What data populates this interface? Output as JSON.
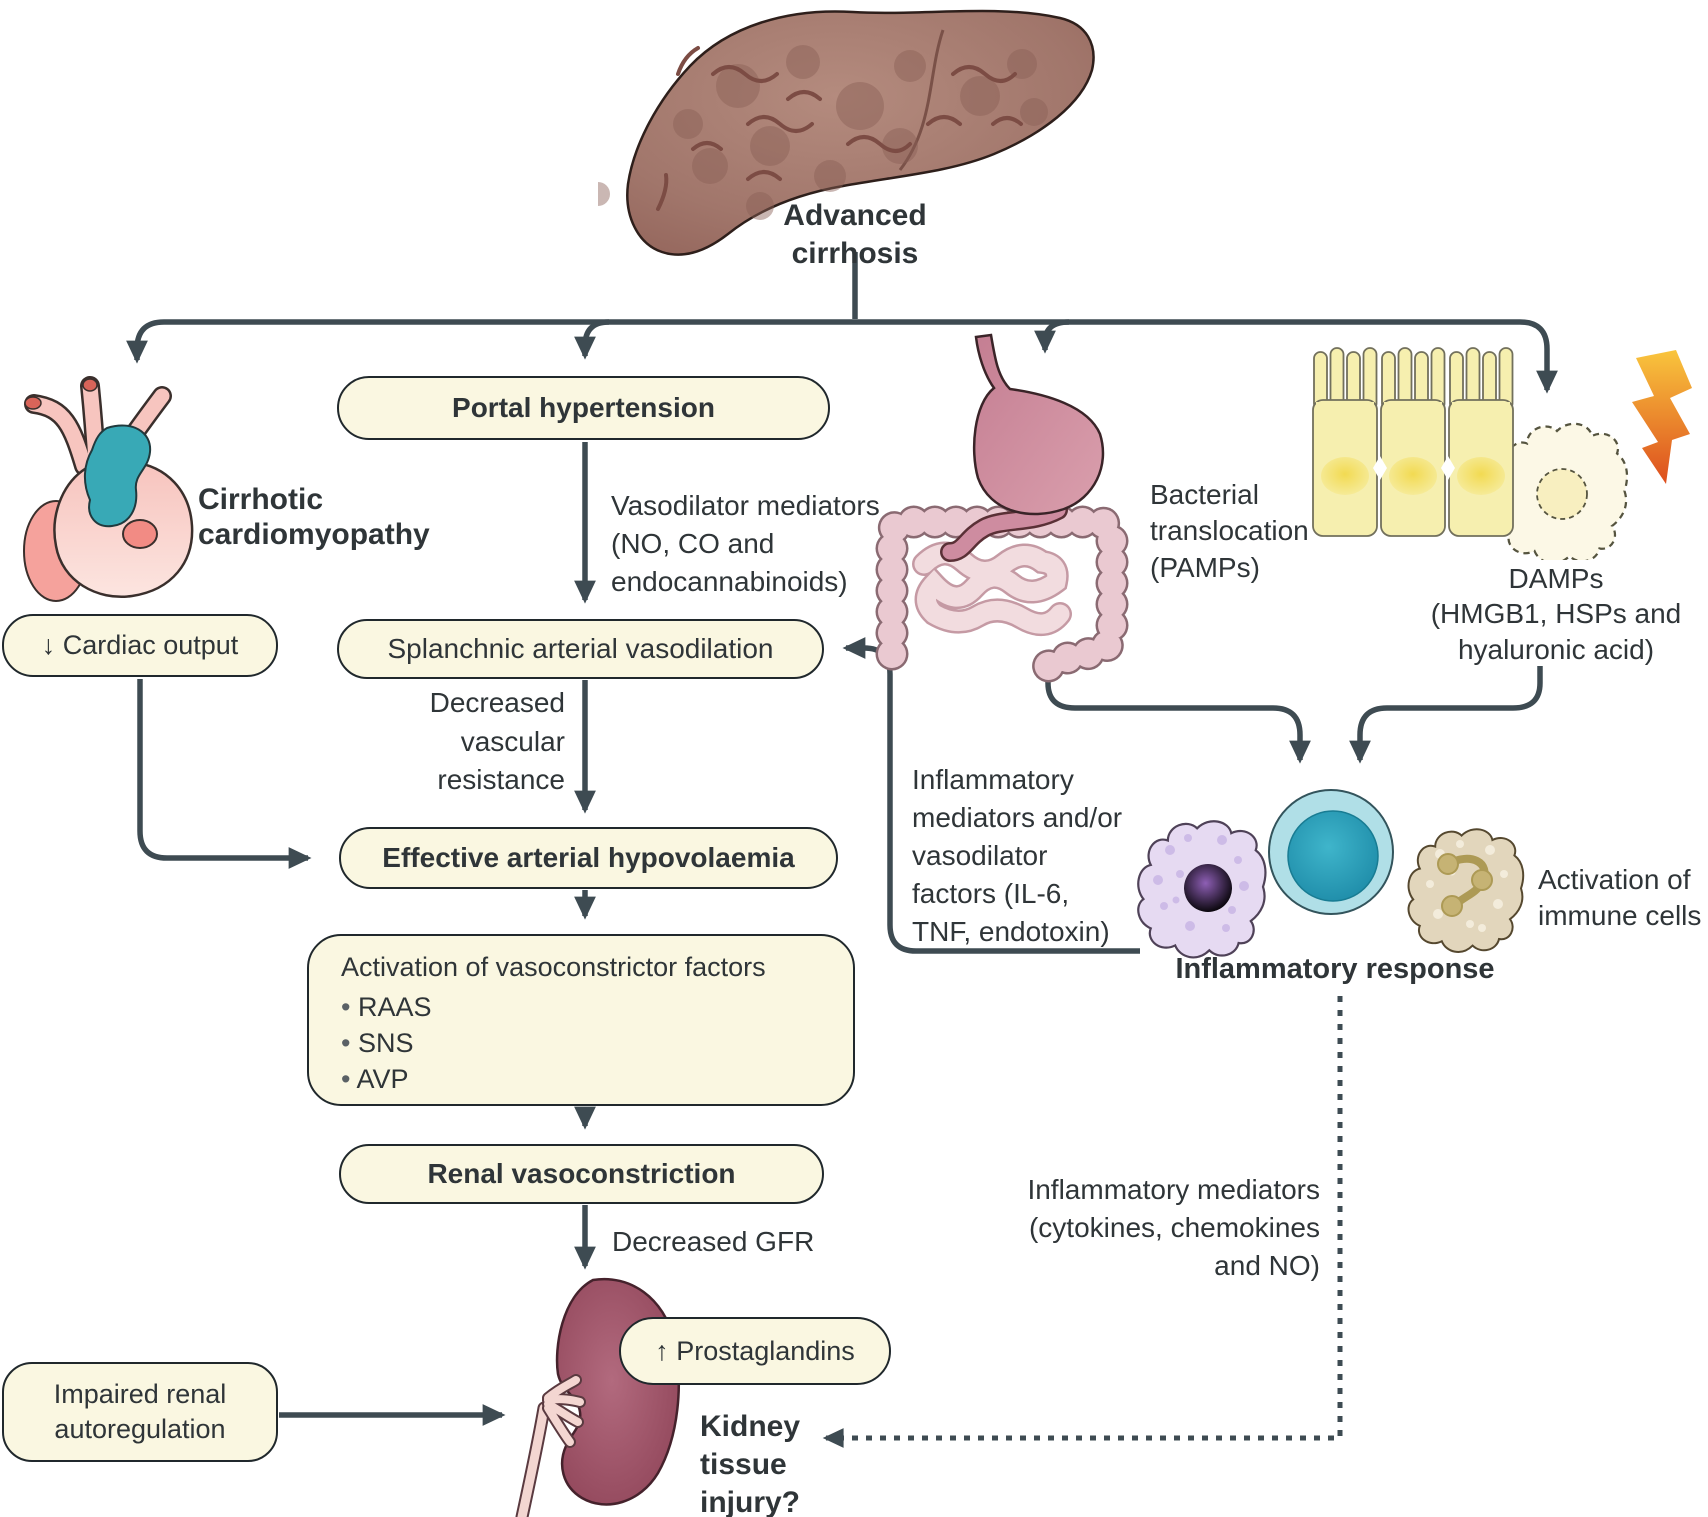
{
  "colors": {
    "arrow": "#3E4B52",
    "box-fill": "#FAF7E1",
    "box-border": "#20282C",
    "text": "#2F3538"
  },
  "palette": {
    "liver": "#A1766B",
    "heart_pink": "#F9CFC9",
    "heart_teal": "#38A9B6",
    "stomach": "#C47E92",
    "intestine": "#EFD6DA",
    "epithelium_yellow": "#F6EFAF",
    "bolt_orange": "#EE7A23",
    "monocyte_purple": "#E6DAF2",
    "lymphocyte_teal": "#2FA3BC",
    "neutrophil_tan": "#E2D6BC",
    "kidney": "#96485E"
  },
  "illustrations": [
    "liver",
    "heart",
    "stomach-intestines",
    "intestinal-epithelium",
    "lightning-bolt",
    "monocyte",
    "lymphocyte",
    "neutrophil",
    "kidney"
  ],
  "labels": {
    "advanced_cirrhosis": "Advanced\ncirrhosis",
    "cirrhotic_cardiomyopathy": "Cirrhotic\ncardiomyopathy",
    "portal_hypertension": "Portal hypertension",
    "vasodilator_mediators": "Vasodilator mediators\n(NO, CO and\nendocannabinoids)",
    "cardiac_output": "↓ Cardiac output",
    "splanchnic": "Splanchnic arterial vasodilation",
    "decreased_vascular_resistance": "Decreased\nvascular\nresistance",
    "effective_hypovolaemia": "Effective arterial hypovolaemia",
    "vasoconstrictor": {
      "title": "Activation of vasoconstrictor factors",
      "bullets": [
        "RAAS",
        "SNS",
        "AVP"
      ]
    },
    "renal_vasoconstriction": "Renal vasoconstriction",
    "decreased_gfr": "Decreased GFR",
    "prostaglandins": "↑ Prostaglandins",
    "impaired_renal": "Impaired renal\nautoregulation",
    "kidney_injury": "Kidney\ntissue\ninjury?",
    "bacterial_translocation": "Bacterial\ntranslocation\n(PAMPs)",
    "damps": "DAMPs\n(HMGB1, HSPs and\nhyaluronic acid)",
    "inflammatory_feedback": "Inflammatory\nmediators and/or\nvasodilator\nfactors (IL-6,\nTNF, endotoxin)",
    "inflammatory_response": "Inflammatory response",
    "activation_immune": "Activation of\nimmune cells",
    "inflammatory_mediators": "Inflammatory mediators\n(cytokines, chemokines\nand NO)"
  }
}
